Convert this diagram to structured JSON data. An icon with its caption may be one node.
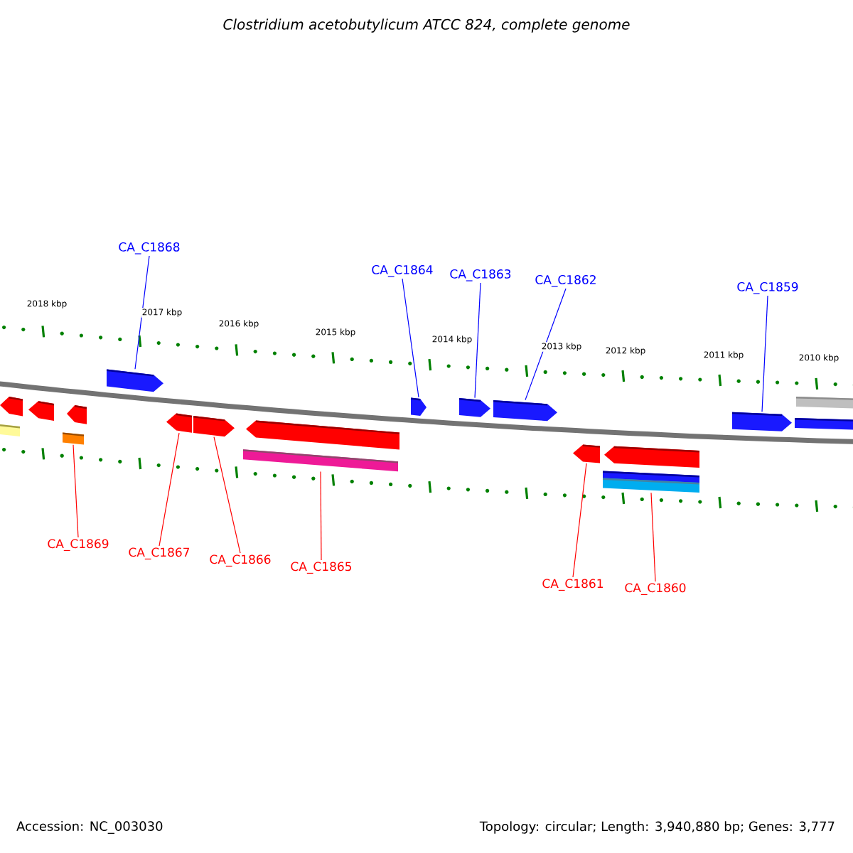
{
  "diagram": {
    "title": "Clostridium acetobutylicum ATCC 824, complete genome",
    "nodes": [
      {
        "text": [
          "CA_C1868"
        ]
      },
      {
        "text": [
          "CA_C1864"
        ]
      },
      {
        "text": [
          "CA_C1863"
        ]
      },
      {
        "text": [
          "CA_C1862"
        ]
      },
      {
        "text": [
          "CA_C1859"
        ]
      },
      {
        "text": [
          "CA_C1869"
        ]
      },
      {
        "text": [
          "CA_C1867"
        ]
      },
      {
        "text": [
          "CA_C1866"
        ]
      },
      {
        "text": [
          "CA_C1865"
        ]
      },
      {
        "text": [
          "CA_C1861"
        ]
      },
      {
        "text": [
          "CA_C1860"
        ]
      },
      {
        "text": [],
        "shape": "bar"
      },
      {
        "text": [],
        "shape": "box"
      },
      {
        "text": [],
        "shape": "box"
      },
      {
        "text": [],
        "shape": "box"
      },
      {
        "text": [],
        "shape": "bar"
      },
      {
        "text": [],
        "shape": "box"
      },
      {
        "text": [],
        "shape": "box"
      },
      {
        "text": [],
        "shape": "box"
      },
      {
        "text": [],
        "shape": "box"
      },
      {
        "text": [],
        "shape": "bar"
      },
      {
        "text": [],
        "shape": "box"
      }
    ],
    "edges": [
      {
        "from": 0,
        "to": 12,
        "arrow": "none",
        "color": "#0000ff"
      },
      {
        "from": 1,
        "to": 16,
        "arrow": "none",
        "color": "#0000ff"
      },
      {
        "from": 2,
        "to": 17,
        "arrow": "none",
        "color": "#0000ff"
      },
      {
        "from": 3,
        "to": 18,
        "arrow": "none",
        "color": "#0000ff"
      },
      {
        "from": 4,
        "to": 21,
        "arrow": "none",
        "color": "#0000ff"
      },
      {
        "from": 5,
        "to": 11,
        "arrow": "none"
      },
      {
        "from": 6,
        "to": 13,
        "arrow": "none"
      },
      {
        "from": 7,
        "to": 14,
        "arrow": "none"
      },
      {
        "from": 8,
        "to": 15,
        "arrow": "none"
      },
      {
        "from": 9,
        "to": 19,
        "arrow": "none"
      },
      {
        "from": 10,
        "to": 20,
        "arrow": "none"
      }
    ],
    "labels": [
      "2018 kbp",
      "2017 kbp",
      "2016 kbp",
      "2015 kbp",
      "2014 kbp",
      "2013 kbp",
      "2012 kbp",
      "2011 kbp",
      "2010 kbp",
      "Accession: NC_003030",
      "Topology: circular; Length: 3,940,880 bp; Genes: 3,777"
    ]
  }
}
